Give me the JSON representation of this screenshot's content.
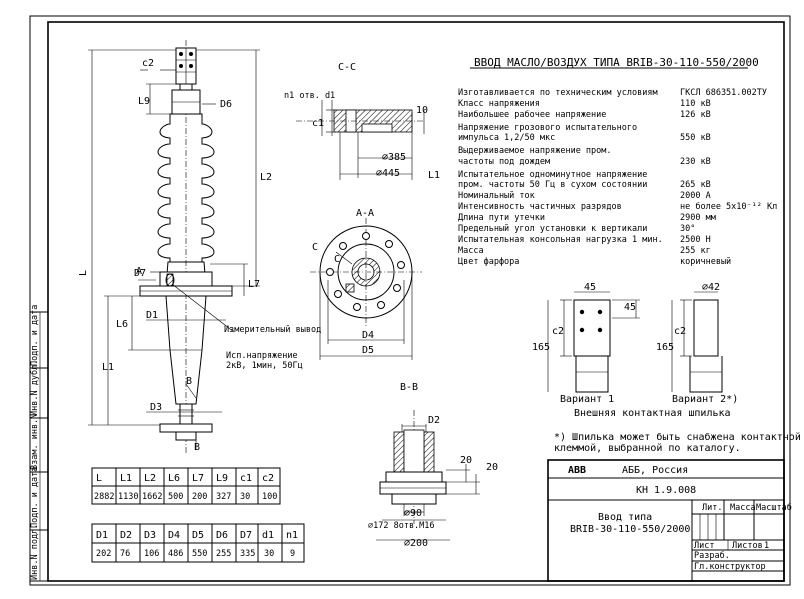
{
  "title": "ВВОД МАСЛО/ВОЗДУХ  ТИПА BRIB-30-110-550/2000",
  "specs": [
    {
      "label": "Изготавливается по техническим условиям",
      "value": "ГКСЛ 686351.002ТУ"
    },
    {
      "label": "Класс напряжения",
      "value": "110 кВ"
    },
    {
      "label": "Наибольшее рабочее напряжение",
      "value": "126 кВ"
    },
    {
      "label": "Напряжение грозового испытательного",
      "value": ""
    },
    {
      "label": "импульса 1,2/50 мкс",
      "value": "550 кВ"
    },
    {
      "label": "Выдерживаемое напряжение пром.",
      "value": ""
    },
    {
      "label": "частоты под дождем",
      "value": "230 кВ"
    },
    {
      "label": "Испытательное одноминутное напряжение",
      "value": ""
    },
    {
      "label": "пром. частоты 50 Гц в сухом состоянии",
      "value": "265 кВ"
    },
    {
      "label": "Номинальный ток",
      "value": "2000 А"
    },
    {
      "label": "Интенсивность частичных разрядов",
      "value": "не более 5х10⁻¹² Кл"
    },
    {
      "label": "Длина пути утечки",
      "value": "2900 мм"
    },
    {
      "label": "Предельный угол установки к вертикали",
      "value": "30°"
    },
    {
      "label": "Испытательная консольная нагрузка 1 мин.",
      "value": "2500 Н"
    },
    {
      "label": "Масса",
      "value": "255 кг"
    },
    {
      "label": "Цвет фарфора",
      "value": "коричневый"
    }
  ],
  "section_labels": {
    "cc": "С-С",
    "aa": "А-А",
    "bb": "В-В"
  },
  "dims_cc": {
    "n1": "n1 отв. d1",
    "c1": "c1",
    "d385": "⌀385",
    "d445": "⌀445",
    "d10": "10"
  },
  "dims_main": {
    "c2": "c2",
    "L9": "L9",
    "D6": "D6",
    "L2": "L2",
    "L": "L",
    "D7": "D7",
    "A": "А",
    "L7": "L7",
    "L6": "L6",
    "D1": "D1",
    "L1": "L1",
    "B": "В",
    "D3": "D3",
    "L1r": "L1",
    "C": "С"
  },
  "dims_aa": {
    "D4": "D4",
    "D5": "D5",
    "C": "С"
  },
  "dims_bb": {
    "D2": "D2",
    "d20a": "20",
    "d20b": "20",
    "d90": "⌀90",
    "d172": "⌀172 8отв.М16",
    "d200": "⌀200"
  },
  "meas_output": {
    "line1": "Измерительный вывод",
    "line2": "Исп.напряжение",
    "line3": "2кВ, 1мин, 50Гц"
  },
  "variants": {
    "v1": "Вариант 1",
    "v2": "Вариант 2*)",
    "caption": "Внешняя контактная шпилька",
    "d45a": "45",
    "d45b": "45",
    "c2a": "c2",
    "c2b": "c2",
    "d165a": "165",
    "d165b": "165",
    "d42": "⌀42"
  },
  "footnote": {
    "line1": "*) Шпилька может быть снабжена контактной",
    "line2": "клеммой, выбранной по каталогу."
  },
  "table1": {
    "headers": [
      "L",
      "L1",
      "L2",
      "L6",
      "L7",
      "L9",
      "c1",
      "c2"
    ],
    "values": [
      "2882",
      "1130",
      "1662",
      "500",
      "200",
      "327",
      "30",
      "100"
    ]
  },
  "table2": {
    "headers": [
      "D1",
      "D2",
      "D3",
      "D4",
      "D5",
      "D6",
      "D7",
      "d1",
      "n1"
    ],
    "values": [
      "202",
      "76",
      "106",
      "486",
      "550",
      "255",
      "335",
      "30",
      "9"
    ]
  },
  "stamp": {
    "logo": "ABB",
    "company": "АББ, Россия",
    "doc_code": "КН 1.9.008",
    "name_line1": "Ввод типа",
    "name_line2": "BRIB-30-110-550/2000",
    "lit": "Лит.",
    "massa": "Масса",
    "scale": "Масштаб",
    "sheet": "Лист",
    "sheets": "Листов",
    "sheets_num": "1",
    "razrab": "Разраб.",
    "konstr": "Гл.конструктор"
  },
  "side_stamp": [
    "Инв.N подл.",
    "Подп. и дата",
    "Взам. инв.N",
    "Инв.N дубл.",
    "Подп. и дата"
  ]
}
